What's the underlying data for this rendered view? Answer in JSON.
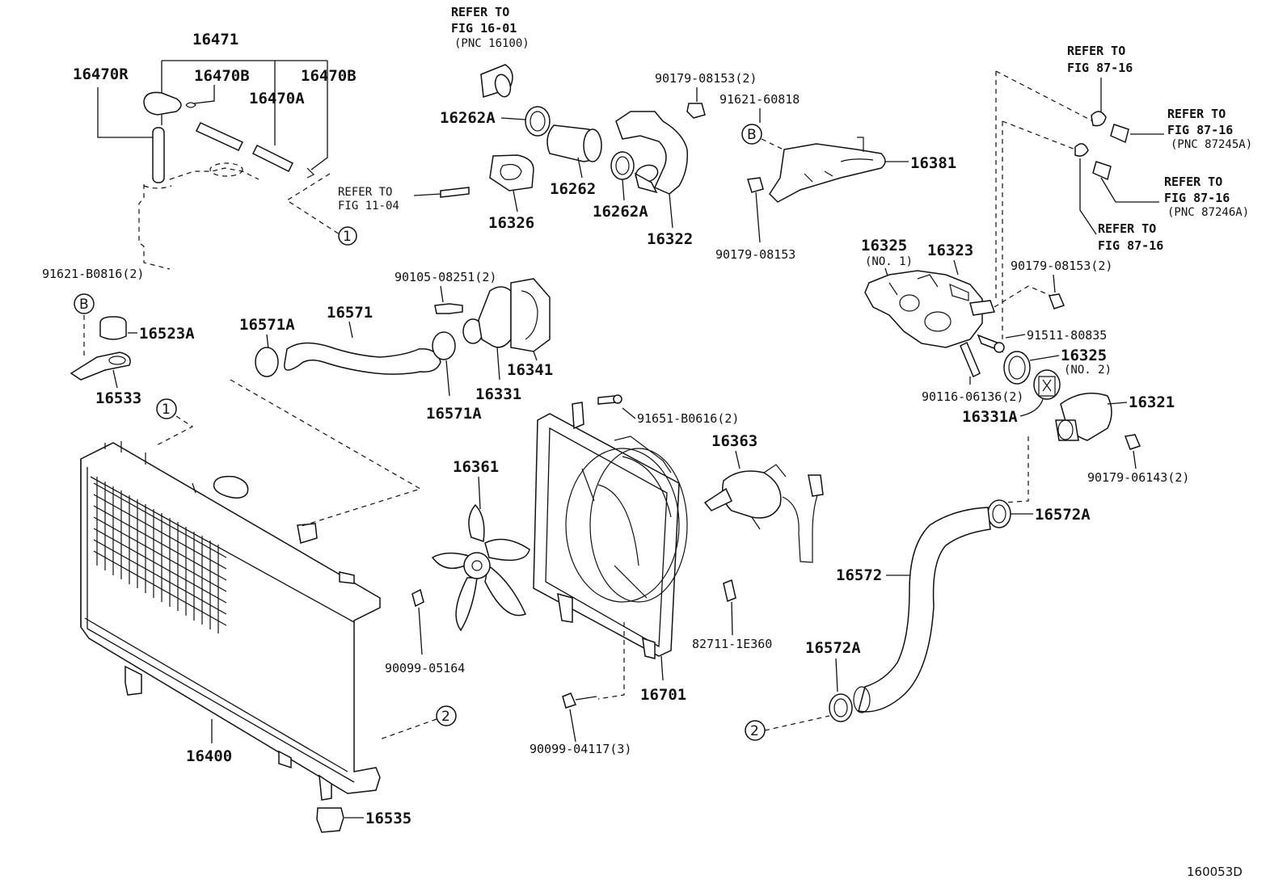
{
  "labels": {
    "p16471": "16471",
    "p16470R": "16470R",
    "p16470B_1": "16470B",
    "p16470B_2": "16470B",
    "p16470A": "16470A",
    "p91621B0816": "91621-B0816(2)",
    "p16523A": "16523A",
    "p16533": "16533",
    "p16400": "16400",
    "p16535": "16535",
    "p16262A_1": "16262A",
    "p16262": "16262",
    "p16262A_2": "16262A",
    "p16326": "16326",
    "p16322": "16322",
    "p9017908153_2a": "90179-08153(2)",
    "p9162160818": "91621-60818",
    "p16381": "16381",
    "p9017908153": "90179-08153",
    "p9010508251": "90105-08251(2)",
    "p16571A_1": "16571A",
    "p16571": "16571",
    "p16341": "16341",
    "p16331": "16331",
    "p16571A_2": "16571A",
    "p16361": "16361",
    "p9009905164": "90099-05164",
    "p91651B0616": "91651-B0616(2)",
    "p16363": "16363",
    "p827111E360": "82711-1E360",
    "p16701": "16701",
    "p9009904117": "90099-04117(3)",
    "p16325_1": "16325",
    "p16325_1_sub": "(NO. 1)",
    "p16323": "16323",
    "p9017908153_2b": "90179-08153(2)",
    "p9151180835": "91511-80835",
    "p16325_2": "16325",
    "p16325_2_sub": "(NO. 2)",
    "p9011606136": "90116-06136(2)",
    "p16331A": "16331A",
    "p16321": "16321",
    "p9017906143": "90179-06143(2)",
    "p16572A_1": "16572A",
    "p16572": "16572",
    "p16572A_2": "16572A"
  },
  "refers": {
    "r1_line1": "REFER TO",
    "r1_line2": "FIG 16-01",
    "r1_line3": "(PNC 16100)",
    "r2_line1": "REFER TO",
    "r2_line2": "FIG 11-04",
    "r3_line1": "REFER TO",
    "r3_line2": "FIG 87-16",
    "r4_line1": "REFER TO",
    "r4_line2": "FIG 87-16",
    "r4_line3": "(PNC 87245A)",
    "r5_line1": "REFER TO",
    "r5_line2": "FIG 87-16",
    "r5_line3": "(PNC 87246A)",
    "r6_line1": "REFER TO",
    "r6_line2": "FIG 87-16"
  },
  "markers": {
    "circle1": "1",
    "circle2": "2",
    "circleB": "B"
  },
  "figure_code": "160053D"
}
